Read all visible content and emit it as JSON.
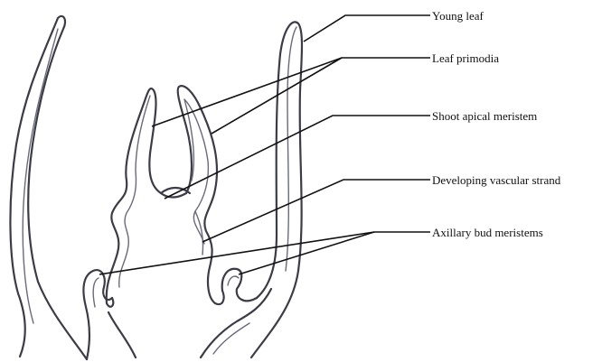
{
  "diagram": {
    "labels": {
      "young_leaf": "Young leaf",
      "leaf_primodia": "Leaf primodia",
      "shoot_apical_meristem": "Shoot apical meristem",
      "developing_vascular_strand": "Developing vascular strand",
      "axillary_bud_meristems": "Axillary bud meristems"
    },
    "colors": {
      "outline": "#3c3c46",
      "inner_wall": "#6a6a78",
      "leader_line": "#111111",
      "background": "#ffffff"
    }
  }
}
